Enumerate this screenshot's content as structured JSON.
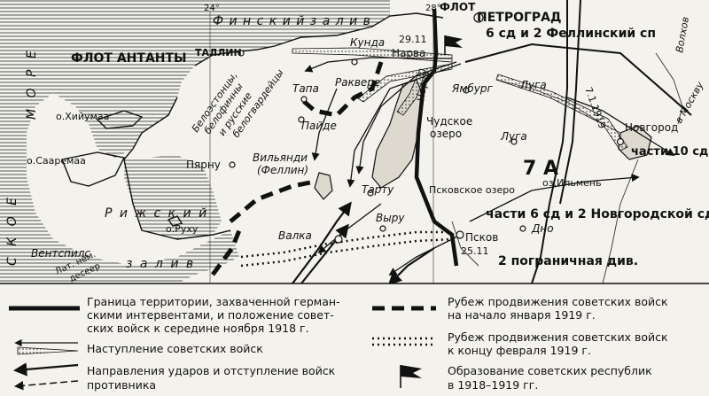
{
  "map": {
    "sea_labels": {
      "gulf_finland": "Ф и н с к и й     з а л и в",
      "sea_vertical": "М О Р Е",
      "sea_left": "С К О Е",
      "gulf_riga": "Р и ж с к и й",
      "gulf_riga2": "з а л и в",
      "fleet_entente": "ФЛОТ АНТАНТЫ",
      "fleet_top": "ФЛОТ"
    },
    "meridians": {
      "m24": "24°",
      "m28": "28°"
    },
    "cities": {
      "petrograd": "ПЕТРОГРАД",
      "tallinn": "ТАЛЛИН",
      "kunda": "Кунда",
      "kunda_date": "29.11",
      "narva": "Нарва",
      "rakvere": "Раквере",
      "tapa": "Тапа",
      "paide": "Пайде",
      "yamburg": "Ямбург",
      "luga_river": "Луга",
      "luga_city": "Луга",
      "novgorod": "Новгород",
      "volkhov": "Волхов",
      "to_moscow": "в Москву",
      "viljandi": "Вильянди",
      "fellin": "(Феллин)",
      "tartu": "Тарту",
      "valka": "Валка",
      "vyru": "Выру",
      "pskov": "Псков",
      "pskov_date": "25.11",
      "pskov_lake": "Псковское озеро",
      "chud_lake1": "Чудское",
      "chud_lake2": "озеро",
      "ilmen": "оз.Ильмень",
      "dno": "Дно",
      "parnu": "Пярну",
      "rukhu": "о.Руху",
      "hiiumaa": "о.Хийумаа",
      "saaremaa": "о.Сааремаа",
      "ventspils": "Вентспилс",
      "latv1": "Лат. нем.",
      "latv2": "десеер",
      "date_novgorod": "7.1.1919"
    },
    "forces": {
      "f1": "6 сд и 2 Феллинский сп",
      "f2": "части 10 сд",
      "f3": "7 А",
      "f4": "части 6 сд и 2 Новгородской сд",
      "f5": "2 пограничная див.",
      "whites1": "Белоэстонцы,",
      "whites2": "белофинны",
      "whites3": "и русские",
      "whites4": "белогвардейцы",
      "narva_side": "Нарва"
    }
  },
  "legend": {
    "items": [
      {
        "icon": "thick-line-icon",
        "lines": [
          "Граница территории, захваченной герман-",
          "скими интервентами, и положение совет-",
          "ских войск к середине ноября 1918 г."
        ]
      },
      {
        "icon": "soviet-advance-arrow-icon",
        "lines": [
          "Наступление советских войск"
        ]
      },
      {
        "icon": "enemy-strike-arrow-icon",
        "lines": [
          "Направления ударов и отступление войск",
          "противника"
        ]
      },
      {
        "icon": "dashed-line-icon",
        "lines": [
          "Рубеж продвижения советских войск",
          "на начало января 1919 г."
        ]
      },
      {
        "icon": "dotted-line-icon",
        "lines": [
          "Рубеж продвижения советских войск",
          "к концу февраля 1919 г."
        ]
      },
      {
        "icon": "flag-icon",
        "lines": [
          "Образование советских республик",
          "в 1918–1919 гг."
        ]
      }
    ]
  }
}
